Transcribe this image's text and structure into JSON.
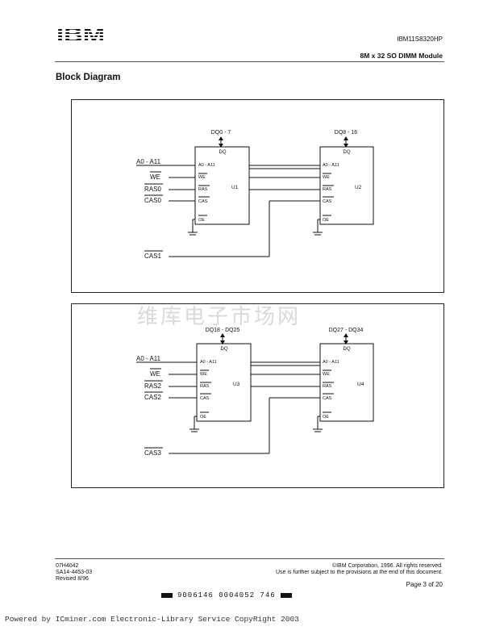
{
  "header": {
    "logo": "IBM",
    "part_number": "IBM11S8320HP",
    "product_title": "8M x 32 SO DIMM  Module"
  },
  "section_heading": "Block Diagram",
  "diagram1": {
    "dq_labels": [
      "DQ0 - 7",
      "DQ8 - 16"
    ],
    "signals": [
      "A0 - A11",
      "WE",
      "RAS0",
      "CAS0"
    ],
    "cas_extra": "CAS1",
    "chips": [
      {
        "ref": "U1",
        "pins": [
          "DQ",
          "A0 - A11",
          "WE",
          "RAS",
          "CAS",
          "OE"
        ]
      },
      {
        "ref": "U2",
        "pins": [
          "DQ",
          "A0 - A11",
          "WE",
          "RAS",
          "CAS",
          "OE"
        ]
      }
    ]
  },
  "diagram2": {
    "dq_labels": [
      "DQ18 - DQ25",
      "DQ27 - DQ34"
    ],
    "signals": [
      "A0 - A11",
      "WE",
      "RAS2",
      "CAS2"
    ],
    "cas_extra": "CAS3",
    "chips": [
      {
        "ref": "U3",
        "pins": [
          "DQ",
          "A0 - A11",
          "WE",
          "RAS",
          "CAS",
          "OE"
        ]
      },
      {
        "ref": "U4",
        "pins": [
          "DQ",
          "A0 - A11",
          "WE",
          "RAS",
          "CAS",
          "OE"
        ]
      }
    ]
  },
  "watermark": "维库电子市场网",
  "footer": {
    "left": [
      "07H4042",
      "SA14-4453-03",
      "Revised 8/96"
    ],
    "right": [
      "©IBM Corporation, 1996. All rights reserved.",
      "Use is further subject to the provisions at the end of this document."
    ],
    "page": "Page 3 of 20",
    "barcode_text": "9006146 0004052 746"
  },
  "powered_by": "Powered by ICminer.com Electronic-Library Service CopyRight 2003"
}
